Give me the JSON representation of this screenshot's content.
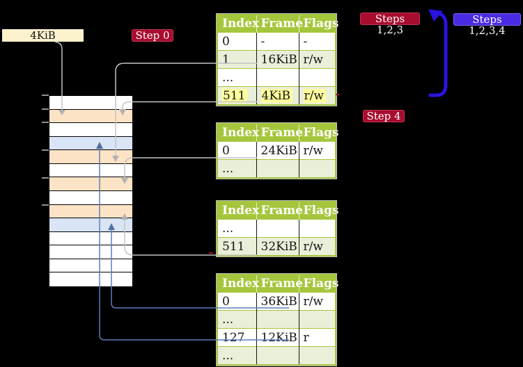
{
  "palette": {
    "background": "#000000",
    "table_header_green": "#a5c63c",
    "table_row_green": "#e9efd8",
    "memory_orange": "#fce3c5",
    "memory_blue": "#d9e4f5",
    "label_cream": "#fcf1cd",
    "badge_crimson": "#a80c2e",
    "badge_blue_violet": "#4a2ae2",
    "arrow_gray": "#c4c4c4",
    "arrow_steel_blue": "#5b7fbc",
    "arrow_thick_blue": "#2b13dd",
    "highlight_yellow": "#ffff9d"
  },
  "labels": {
    "page_size": "4KiB",
    "step0": "Step 0",
    "steps123": "Steps 1,2,3",
    "steps1234": "Steps 1,2,3,4",
    "step4": "Step 4"
  },
  "memory": {
    "rows": [
      {
        "kind": "white"
      },
      {
        "kind": "orange"
      },
      {
        "kind": "white"
      },
      {
        "kind": "blue"
      },
      {
        "kind": "orange"
      },
      {
        "kind": "white"
      },
      {
        "kind": "orange"
      },
      {
        "kind": "white"
      },
      {
        "kind": "orange"
      },
      {
        "kind": "blue"
      },
      {
        "kind": "white"
      },
      {
        "kind": "white"
      },
      {
        "kind": "white"
      },
      {
        "kind": "white"
      }
    ]
  },
  "tables": [
    {
      "headers": [
        "Index",
        "Frame",
        "Flags"
      ],
      "rows": [
        {
          "cells": [
            "0",
            "-",
            "-"
          ],
          "shade": "no",
          "highlight": "no"
        },
        {
          "cells": [
            "1",
            "16KiB",
            "r/w"
          ],
          "shade": "yes",
          "highlight": "no"
        },
        {
          "cells": [
            "...",
            "",
            ""
          ],
          "shade": "no",
          "highlight": "no"
        },
        {
          "cells": [
            "511",
            "4KiB",
            "r/w"
          ],
          "shade": "yes",
          "highlight": "yes"
        }
      ]
    },
    {
      "headers": [
        "Index",
        "Frame",
        "Flags"
      ],
      "rows": [
        {
          "cells": [
            "0",
            "24KiB",
            "r/w"
          ],
          "shade": "no",
          "highlight": "no"
        },
        {
          "cells": [
            "...",
            "",
            ""
          ],
          "shade": "yes",
          "highlight": "no"
        }
      ]
    },
    {
      "headers": [
        "Index",
        "Frame",
        "Flags"
      ],
      "rows": [
        {
          "cells": [
            "...",
            "",
            ""
          ],
          "shade": "no",
          "highlight": "no"
        },
        {
          "cells": [
            "511",
            "32KiB",
            "r/w"
          ],
          "shade": "yes",
          "highlight": "no"
        }
      ]
    },
    {
      "headers": [
        "Index",
        "Frame",
        "Flags"
      ],
      "rows": [
        {
          "cells": [
            "0",
            "36KiB",
            "r/w"
          ],
          "shade": "no",
          "highlight": "no"
        },
        {
          "cells": [
            "...",
            "",
            ""
          ],
          "shade": "yes",
          "highlight": "no"
        },
        {
          "cells": [
            "127",
            "12KiB",
            "r"
          ],
          "shade": "no",
          "highlight": "no"
        },
        {
          "cells": [
            "...",
            "",
            ""
          ],
          "shade": "yes",
          "highlight": "no"
        }
      ]
    }
  ]
}
